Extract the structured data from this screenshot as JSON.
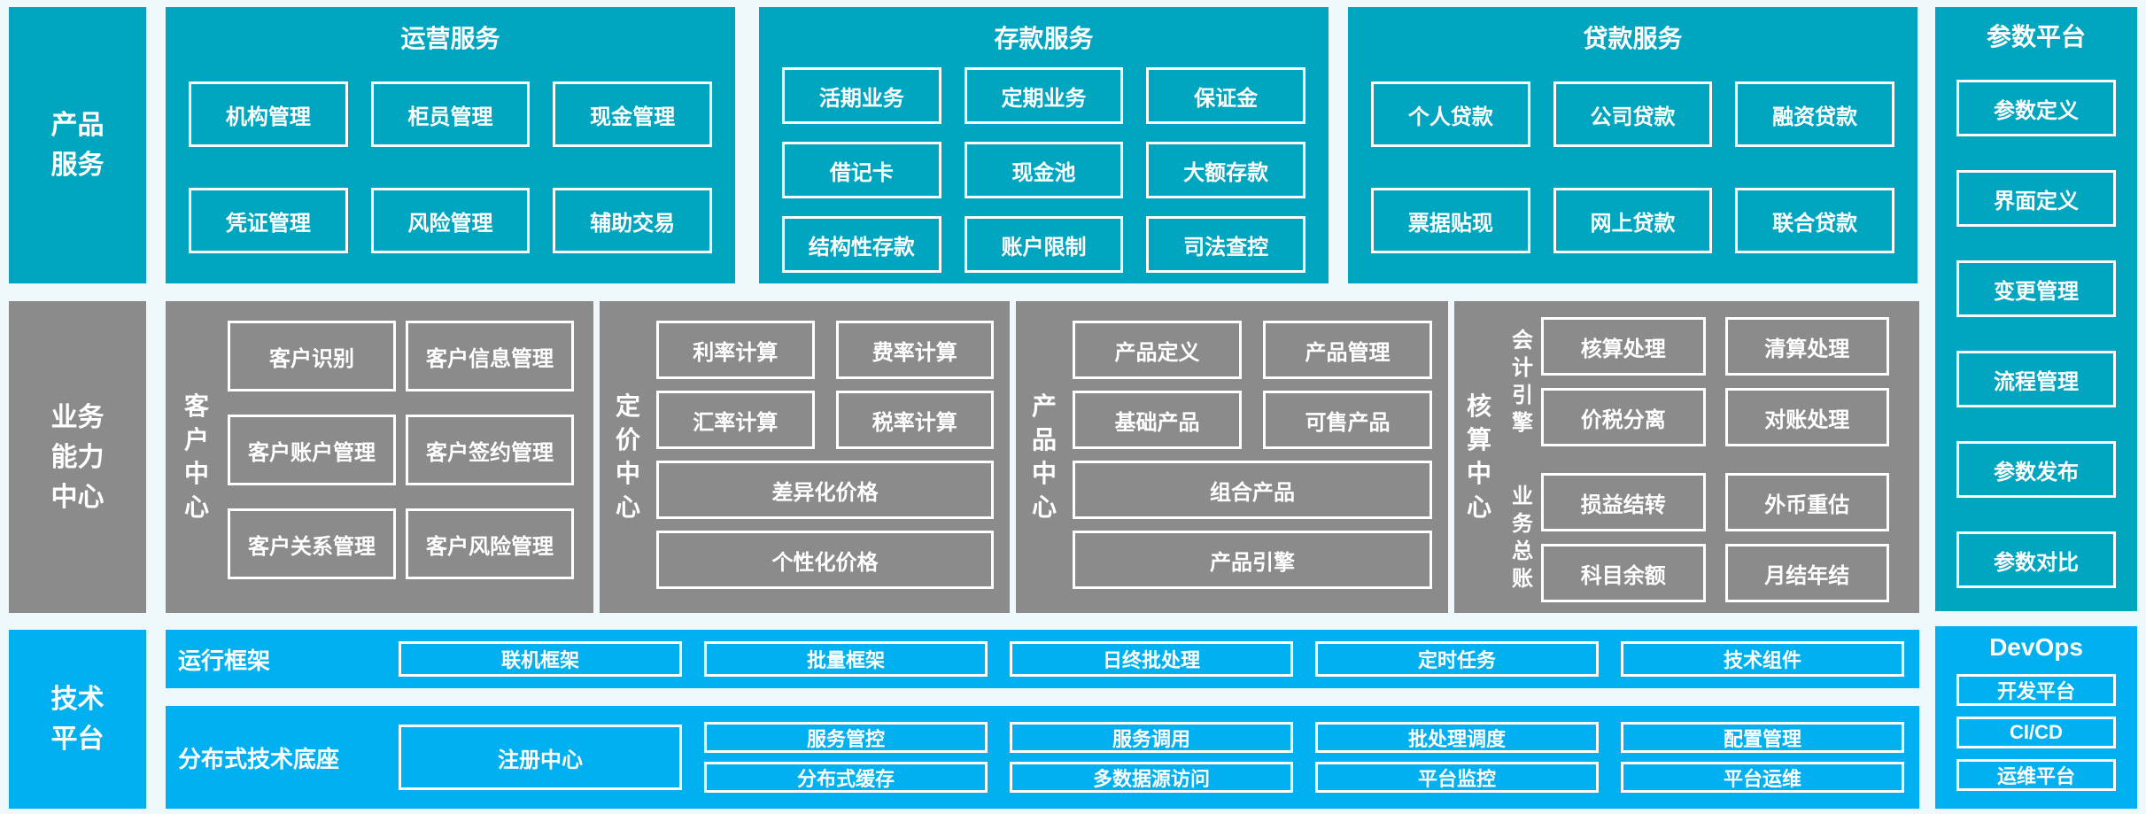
{
  "colors": {
    "teal": "#00a6c0",
    "gray": "#8b8b8b",
    "light_blue": "#00b0f0",
    "background": "#eff8fa",
    "box_border": "#ffffff"
  },
  "left_labels": {
    "product": "产品服务",
    "business": "业务能力中心",
    "tech": "技术平台"
  },
  "top_sections": [
    {
      "title": "运营服务",
      "items": [
        "机构管理",
        "柜员管理",
        "现金管理",
        "凭证管理",
        "风险管理",
        "辅助交易"
      ]
    },
    {
      "title": "存款服务",
      "items": [
        "活期业务",
        "定期业务",
        "保证金",
        "借记卡",
        "现金池",
        "大额存款",
        "结构性存款",
        "账户限制",
        "司法查控"
      ]
    },
    {
      "title": "贷款服务",
      "items": [
        "个人贷款",
        "公司贷款",
        "融资贷款",
        "票据贴现",
        "网上贷款",
        "联合贷款"
      ]
    }
  ],
  "param_platform": {
    "title": "参数平台",
    "items": [
      "参数定义",
      "界面定义",
      "变更管理",
      "流程管理",
      "参数发布",
      "参数对比"
    ]
  },
  "business_centers": {
    "customer": {
      "label": "客户中心",
      "items": [
        "客户识别",
        "客户信息管理",
        "客户账户管理",
        "客户签约管理",
        "客户关系管理",
        "客户风险管理"
      ]
    },
    "pricing": {
      "label": "定价中心",
      "grid": [
        "利率计算",
        "费率计算",
        "汇率计算",
        "税率计算"
      ],
      "wide": [
        "差异化价格",
        "个性化价格"
      ]
    },
    "product": {
      "label": "产品中心",
      "grid": [
        "产品定义",
        "产品管理",
        "基础产品",
        "可售产品"
      ],
      "wide": [
        "组合产品",
        "产品引擎"
      ]
    },
    "accounting": {
      "label": "核算中心",
      "groups": [
        {
          "label": "会计引擎",
          "items": [
            "核算处理",
            "清算处理",
            "价税分离",
            "对账处理"
          ]
        },
        {
          "label": "业务总账",
          "items": [
            "损益结转",
            "外币重估",
            "科目余额",
            "月结年结"
          ]
        }
      ]
    }
  },
  "tech_platform": {
    "runtime": {
      "label": "运行框架",
      "items": [
        "联机框架",
        "批量框架",
        "日终批处理",
        "定时任务",
        "技术组件"
      ]
    },
    "distributed": {
      "label": "分布式技术底座",
      "registry": "注册中心",
      "columns": [
        [
          "服务管控",
          "分布式缓存"
        ],
        [
          "服务调用",
          "多数据源访问"
        ],
        [
          "批处理调度",
          "平台监控"
        ],
        [
          "配置管理",
          "平台运维"
        ]
      ]
    }
  },
  "devops": {
    "title": "DevOps",
    "items": [
      "开发平台",
      "CI/CD",
      "运维平台"
    ]
  }
}
